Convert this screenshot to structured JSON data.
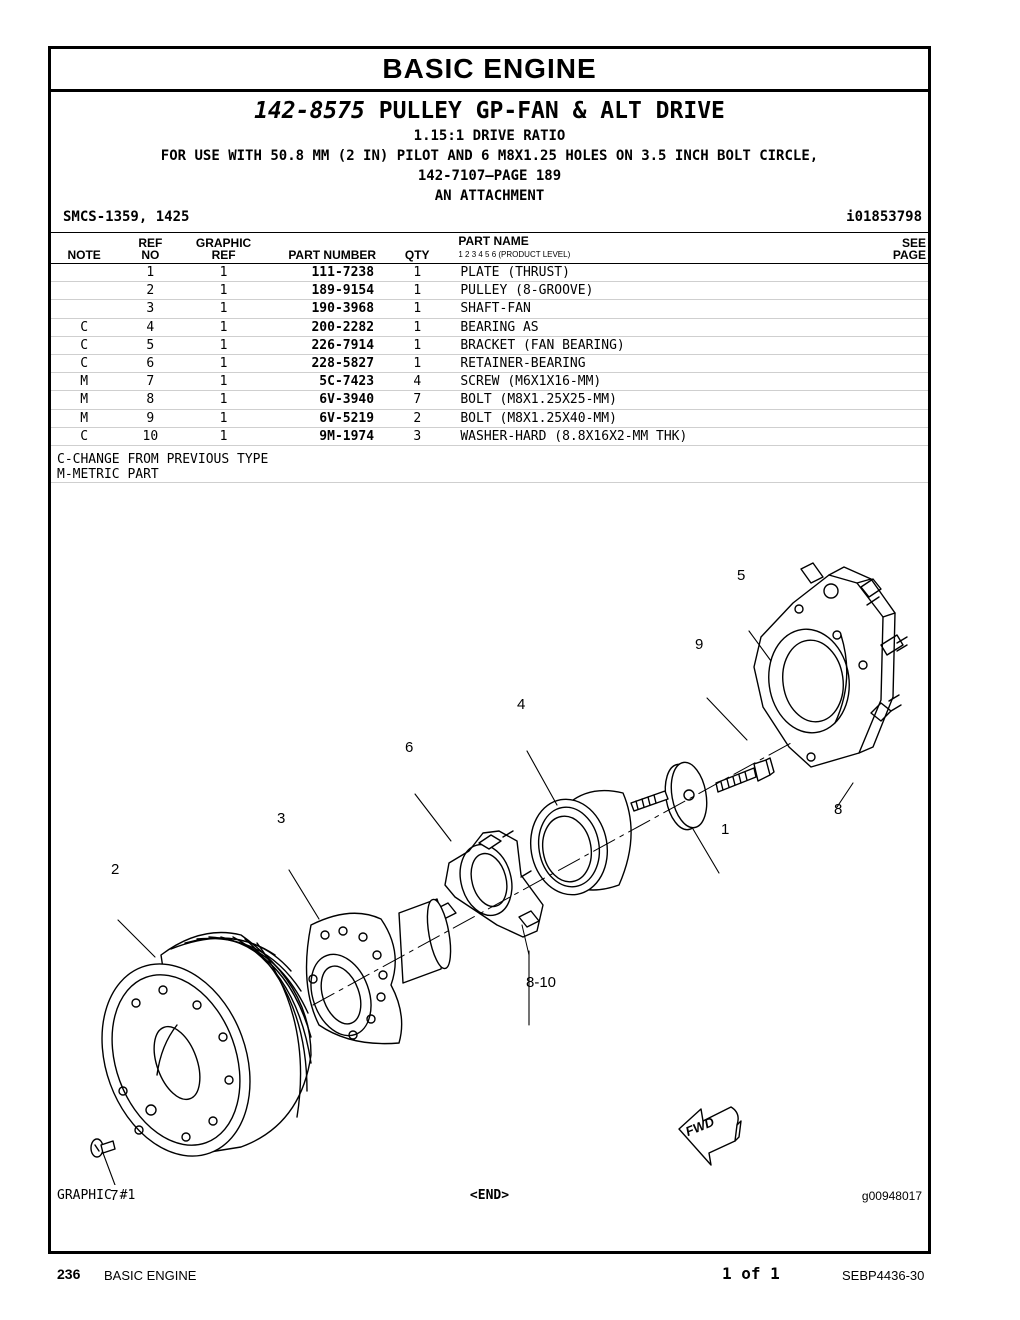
{
  "section_title": "BASIC  ENGINE",
  "group": {
    "number": "142-8575",
    "name": "PULLEY GP-FAN & ALT DRIVE",
    "lines": [
      "1.15:1 DRIVE RATIO",
      "FOR USE WITH 50.8 MM (2 IN) PILOT AND 6 M8X1.25 HOLES ON 3.5 INCH BOLT CIRCLE,",
      "142-7107—PAGE 189",
      "AN ATTACHMENT"
    ],
    "smcs": "SMCS-1359, 1425",
    "illustration_id": "i01853798"
  },
  "table_headers": {
    "note": "NOTE",
    "ref_no_1": "REF",
    "ref_no_2": "NO",
    "graphic_ref_1": "GRAPHIC",
    "graphic_ref_2": "REF",
    "part_number": "PART NUMBER",
    "qty": "QTY",
    "part_name": "PART NAME",
    "product_level": "1    2    3    4    5    6    (PRODUCT LEVEL)",
    "see_page_1": "SEE",
    "see_page_2": "PAGE"
  },
  "parts": [
    {
      "note": "",
      "ref": "1",
      "graphic": "1",
      "part_number": "111-7238",
      "qty": "1",
      "name": "PLATE (THRUST)"
    },
    {
      "note": "",
      "ref": "2",
      "graphic": "1",
      "part_number": "189-9154",
      "qty": "1",
      "name": "PULLEY (8-GROOVE)"
    },
    {
      "note": "",
      "ref": "3",
      "graphic": "1",
      "part_number": "190-3968",
      "qty": "1",
      "name": "SHAFT-FAN"
    },
    {
      "note": "C",
      "ref": "4",
      "graphic": "1",
      "part_number": "200-2282",
      "qty": "1",
      "name": "BEARING AS"
    },
    {
      "note": "C",
      "ref": "5",
      "graphic": "1",
      "part_number": "226-7914",
      "qty": "1",
      "name": "BRACKET (FAN BEARING)"
    },
    {
      "note": "C",
      "ref": "6",
      "graphic": "1",
      "part_number": "228-5827",
      "qty": "1",
      "name": "RETAINER-BEARING"
    },
    {
      "note": "M",
      "ref": "7",
      "graphic": "1",
      "part_number": "5C-7423",
      "qty": "4",
      "name": "SCREW (M6X1X16-MM)"
    },
    {
      "note": "M",
      "ref": "8",
      "graphic": "1",
      "part_number": "6V-3940",
      "qty": "7",
      "name": "BOLT (M8X1.25X25-MM)"
    },
    {
      "note": "M",
      "ref": "9",
      "graphic": "1",
      "part_number": "6V-5219",
      "qty": "2",
      "name": "BOLT (M8X1.25X40-MM)"
    },
    {
      "note": "C",
      "ref": "10",
      "graphic": "1",
      "part_number": "9M-1974",
      "qty": "3",
      "name": "WASHER-HARD (8.8X16X2-MM THK)"
    }
  ],
  "notes": [
    "C-CHANGE FROM PREVIOUS TYPE",
    "M-METRIC PART"
  ],
  "callouts": [
    "1",
    "2",
    "3",
    "4",
    "5",
    "6",
    "7",
    "8",
    "9",
    "8-10"
  ],
  "fwd_label": "FWD",
  "graphic_label": "GRAPHIC #1",
  "end_label": "<END>",
  "graphic_id": "g00948017",
  "footer": {
    "page_number": "236",
    "section": "BASIC ENGINE",
    "page_of": "1 of 1",
    "doc_id": "SEBP4436-30"
  }
}
